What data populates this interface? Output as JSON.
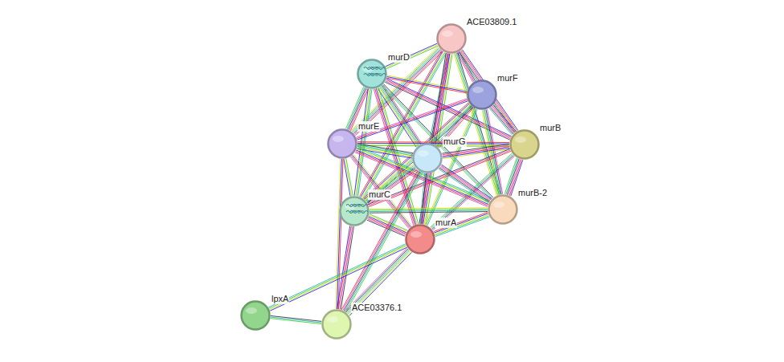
{
  "diagram": {
    "nodes": [
      {
        "text": [
          "ACE03809.1"
        ]
      },
      {
        "text": [
          "murD"
        ]
      },
      {
        "text": [
          "murF"
        ]
      },
      {
        "text": [
          "murB"
        ]
      },
      {
        "text": [
          "murE"
        ]
      },
      {
        "text": [
          "murG"
        ]
      },
      {
        "text": [
          "murB-2"
        ]
      },
      {
        "text": [
          "murC"
        ]
      },
      {
        "text": [
          "murA"
        ]
      },
      {
        "text": [
          "lpxA"
        ]
      },
      {
        "text": [
          "ACE03376.1"
        ]
      }
    ],
    "edges": [
      {
        "from": 0,
        "to": 1,
        "arrow": "none"
      },
      {
        "from": 0,
        "to": 2,
        "arrow": "none"
      },
      {
        "from": 0,
        "to": 3,
        "arrow": "none"
      },
      {
        "from": 0,
        "to": 4,
        "arrow": "none"
      },
      {
        "from": 0,
        "to": 5,
        "arrow": "none"
      },
      {
        "from": 0,
        "to": 6,
        "arrow": "none"
      },
      {
        "from": 0,
        "to": 7,
        "arrow": "none"
      },
      {
        "from": 0,
        "to": 8,
        "arrow": "none"
      },
      {
        "from": 1,
        "to": 2,
        "arrow": "none"
      },
      {
        "from": 1,
        "to": 3,
        "arrow": "none"
      },
      {
        "from": 1,
        "to": 4,
        "arrow": "none"
      },
      {
        "from": 1,
        "to": 5,
        "arrow": "none"
      },
      {
        "from": 1,
        "to": 6,
        "arrow": "none"
      },
      {
        "from": 1,
        "to": 7,
        "arrow": "none"
      },
      {
        "from": 1,
        "to": 8,
        "arrow": "none"
      },
      {
        "from": 2,
        "to": 3,
        "arrow": "none"
      },
      {
        "from": 2,
        "to": 4,
        "arrow": "none"
      },
      {
        "from": 2,
        "to": 5,
        "arrow": "none"
      },
      {
        "from": 2,
        "to": 6,
        "arrow": "none"
      },
      {
        "from": 2,
        "to": 7,
        "arrow": "none"
      },
      {
        "from": 2,
        "to": 8,
        "arrow": "none"
      },
      {
        "from": 3,
        "to": 4,
        "arrow": "none"
      },
      {
        "from": 3,
        "to": 5,
        "arrow": "none"
      },
      {
        "from": 3,
        "to": 6,
        "arrow": "none"
      },
      {
        "from": 3,
        "to": 7,
        "arrow": "none"
      },
      {
        "from": 3,
        "to": 8,
        "arrow": "none"
      },
      {
        "from": 4,
        "to": 5,
        "arrow": "none"
      },
      {
        "from": 4,
        "to": 6,
        "arrow": "none"
      },
      {
        "from": 4,
        "to": 7,
        "arrow": "none"
      },
      {
        "from": 4,
        "to": 8,
        "arrow": "none"
      },
      {
        "from": 5,
        "to": 6,
        "arrow": "none"
      },
      {
        "from": 5,
        "to": 7,
        "arrow": "none"
      },
      {
        "from": 5,
        "to": 8,
        "arrow": "none"
      },
      {
        "from": 6,
        "to": 7,
        "arrow": "none"
      },
      {
        "from": 6,
        "to": 8,
        "arrow": "none"
      },
      {
        "from": 7,
        "to": 8,
        "arrow": "none"
      },
      {
        "from": 10,
        "to": 4,
        "arrow": "none"
      },
      {
        "from": 10,
        "to": 7,
        "arrow": "none"
      },
      {
        "from": 10,
        "to": 5,
        "arrow": "none"
      },
      {
        "from": 10,
        "to": 8,
        "arrow": "none"
      },
      {
        "from": 9,
        "to": 10,
        "arrow": "none"
      },
      {
        "from": 9,
        "to": 8,
        "arrow": "none"
      }
    ]
  }
}
